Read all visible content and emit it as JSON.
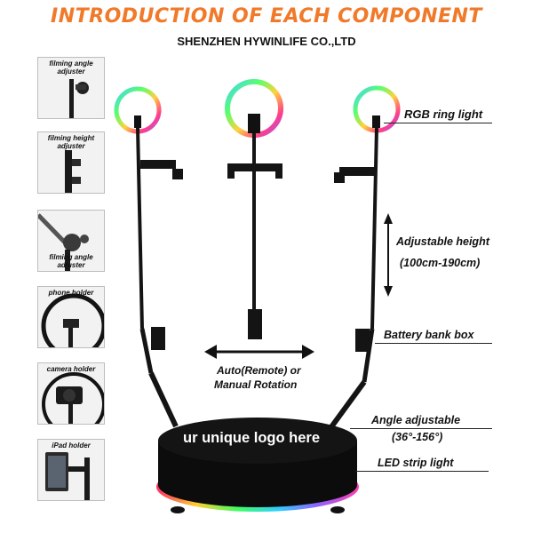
{
  "header": {
    "title": "INTRODUCTION OF EACH COMPONENT",
    "subtitle": "SHENZHEN HYWINLIFE CO.,LTD"
  },
  "thumbnails": [
    {
      "caption": "filming angle adjuster"
    },
    {
      "caption": "filming height adjuster"
    },
    {
      "caption": "filming angle adjuster"
    },
    {
      "caption": "phone holder"
    },
    {
      "caption": "camera holder"
    },
    {
      "caption": "iPad holder"
    }
  ],
  "callouts": {
    "ring_light": "RGB ring light",
    "height_title": "Adjustable height",
    "height_range": "(100cm-190cm)",
    "battery": "Battery bank box",
    "rotation_line1": "Auto(Remote) or",
    "rotation_line2": "Manual Rotation",
    "angle_title": "Angle adjustable",
    "angle_range": "(36°-156°)",
    "led_strip": "LED strip light"
  },
  "platform": {
    "logo_text": "ur unique logo here"
  },
  "colors": {
    "title_orange": "#f07a2a",
    "text_dark": "#111111",
    "platform_black": "#0c0c0c"
  }
}
